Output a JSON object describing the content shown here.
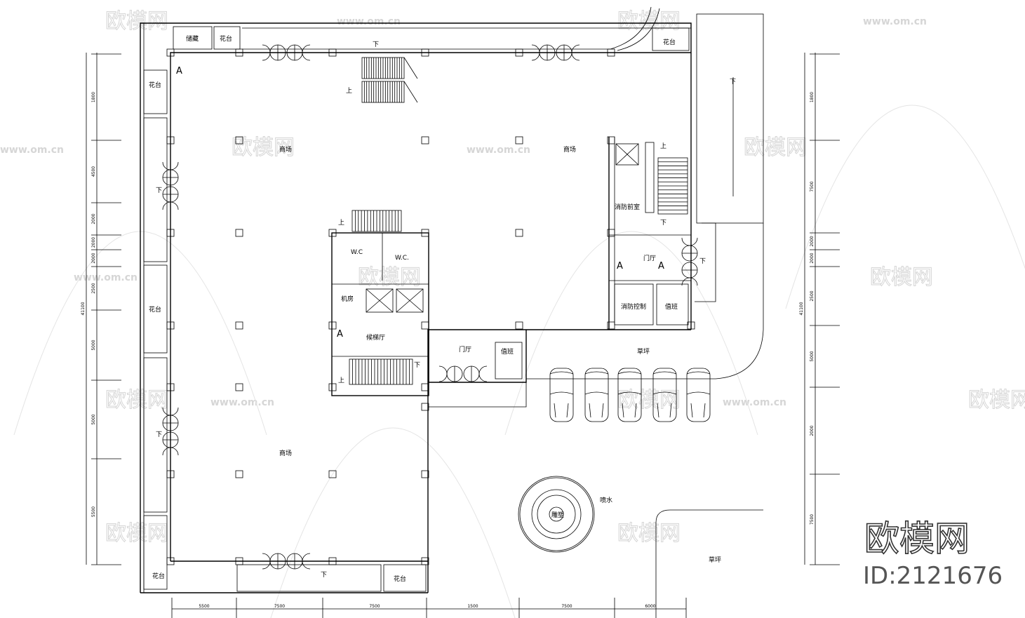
{
  "plan": {
    "rooms": {
      "mall": "商场",
      "planter": "花台",
      "storage": "储藏",
      "fire_lobby": "消防前室",
      "hall": "门厅",
      "fire_control": "消防控制",
      "duty": "值班",
      "machine_room": "机房",
      "elevator_lobby": "候梯厅",
      "wc1": "W.C",
      "wc2": "W.C.",
      "lawn": "草坪",
      "fountain": "喷水",
      "sculpture": "雕塑"
    },
    "marks": {
      "up": "上",
      "down": "下",
      "axis_a": "A"
    },
    "dims_bottom": [
      "5500",
      "7500",
      "7500",
      "1500",
      "7500",
      "6000"
    ],
    "dims_left": [
      "1800",
      "4500",
      "2000",
      "2000",
      "2000",
      "2500",
      "5000",
      "5000",
      "5500"
    ],
    "dims_left_total": "41100",
    "dims_right": [
      "1800",
      "7500",
      "2000",
      "2000",
      "2500",
      "5000",
      "2000",
      "7500"
    ],
    "dims_right_total": "41100"
  },
  "watermark": {
    "logo_text": "欧模网",
    "url": "www.om.cn",
    "id": "ID:2121676"
  }
}
